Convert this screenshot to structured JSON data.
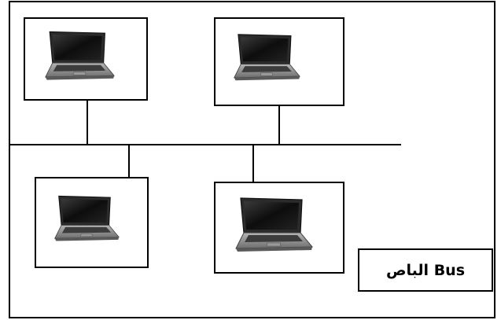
{
  "diagram": {
    "caption": "الباص Bus",
    "nodes": [
      {
        "id": "top-left",
        "icon": "laptop-icon"
      },
      {
        "id": "top-right",
        "icon": "laptop-icon"
      },
      {
        "id": "bottom-left",
        "icon": "laptop-icon"
      },
      {
        "id": "bottom-right",
        "icon": "laptop-icon"
      }
    ],
    "colors": {
      "line": "#000000",
      "screen": "#1a1a1a",
      "body": "#8c8c8c"
    }
  }
}
